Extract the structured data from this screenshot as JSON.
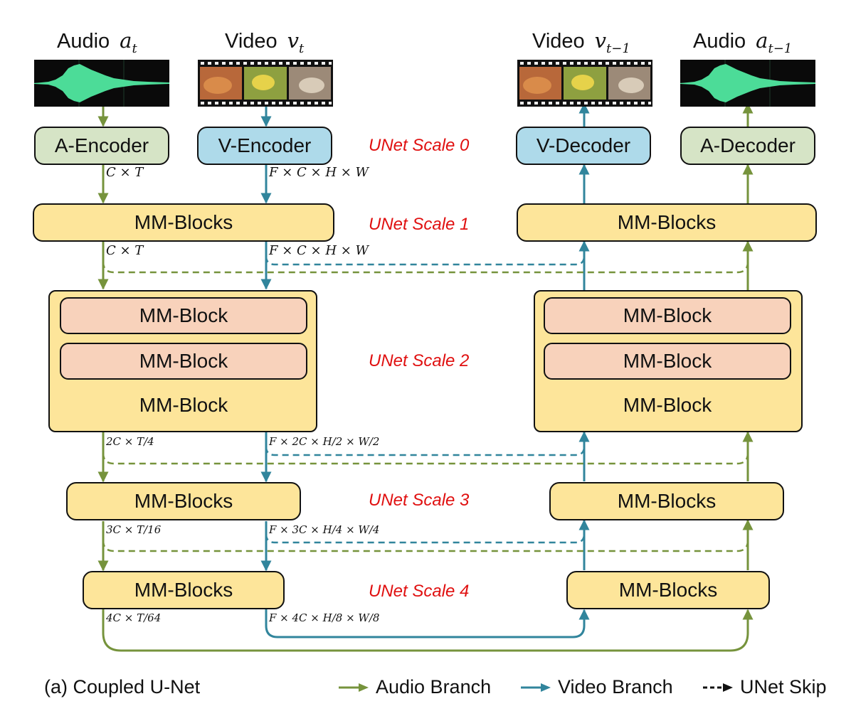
{
  "inputs": {
    "audio_in": {
      "word": "Audio",
      "var": "a",
      "sub": "t"
    },
    "video_in": {
      "word": "Video",
      "var": "v",
      "sub": "t"
    },
    "video_out": {
      "word": "Video",
      "var": "v",
      "sub": "t−1"
    },
    "audio_out": {
      "word": "Audio",
      "var": "a",
      "sub": "t−1"
    }
  },
  "blocks": {
    "a_encoder": "A-Encoder",
    "v_encoder": "V-Encoder",
    "v_decoder": "V-Decoder",
    "a_decoder": "A-Decoder",
    "mm_blocks": "MM-Blocks",
    "mm_block": "MM-Block"
  },
  "scales": [
    "UNet Scale 0",
    "UNet Scale 1",
    "UNet Scale 2",
    "UNet Scale 3",
    "UNet Scale 4"
  ],
  "dims": {
    "audio": [
      "C × T",
      "C × T",
      "2C × T/4",
      "3C × T/16",
      "4C × T/64"
    ],
    "video": [
      "F × C × H × W",
      "F × C × H × W",
      "F × 2C × H/2 × W/2",
      "F × 3C × H/4 × W/4",
      "F × 4C × H/8 × W/8"
    ]
  },
  "caption": "(a) Coupled U-Net",
  "legend": {
    "audio": "Audio Branch",
    "video": "Video Branch",
    "skip": "UNet Skip"
  },
  "colors": {
    "audio": "#76933c",
    "video": "#31859c",
    "scale_label": "#e01010",
    "encoder_audio": "#d6e4c6",
    "encoder_video": "#aedaea",
    "mm_blocks": "#fde59a",
    "mm_block_inner": "#f8d2bb"
  }
}
